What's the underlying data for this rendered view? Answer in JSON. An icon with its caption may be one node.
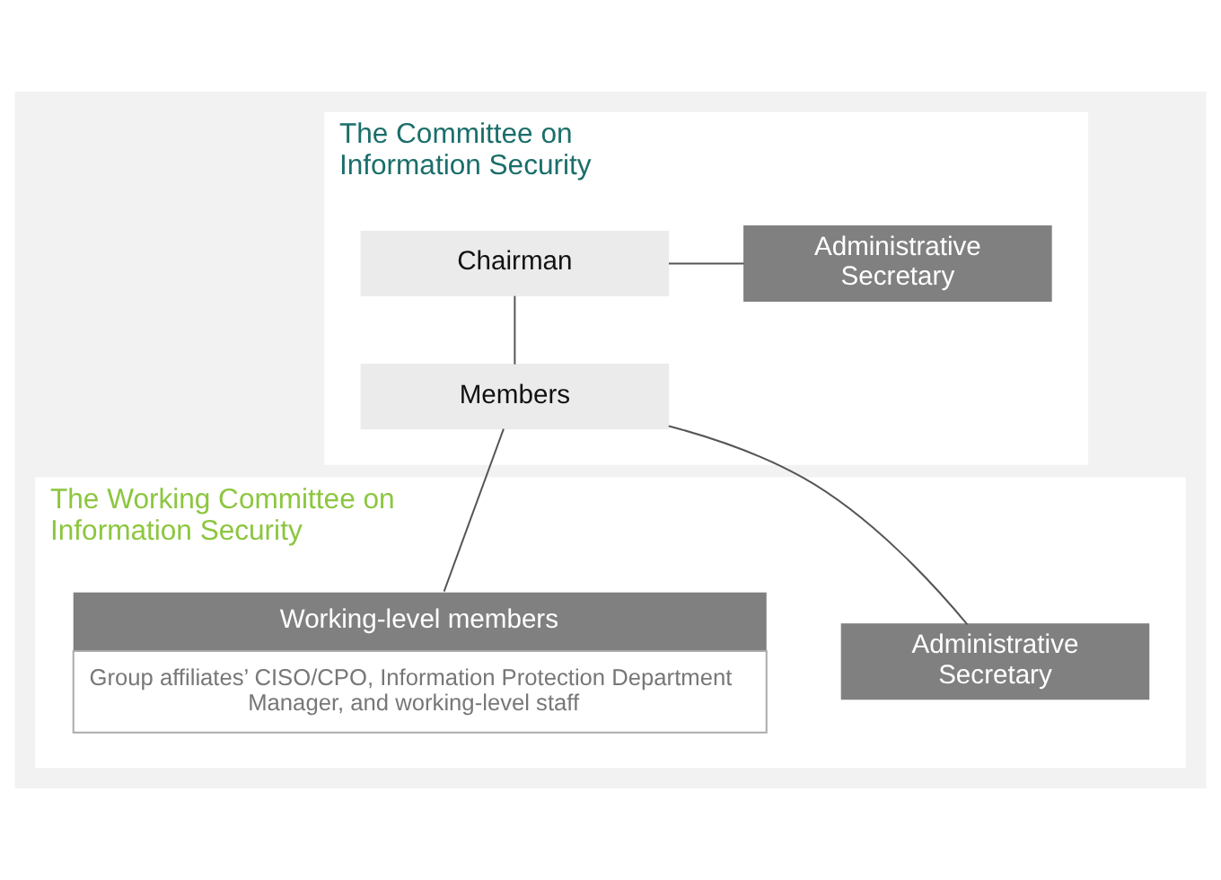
{
  "diagram": {
    "nodes": [
      {
        "text": [
          "The Committee on Information Security"
        ]
      },
      {
        "text": [
          "Chairman"
        ],
        "in": 0
      },
      {
        "text": [
          "Administrative Secretary"
        ],
        "in": 0
      },
      {
        "text": [
          "Members"
        ],
        "in": 0
      },
      {
        "text": [
          "The Working Committee on Information Security"
        ]
      },
      {
        "text": [
          "Administrative Secretary"
        ],
        "in": 4
      },
      {
        "text": [
          "Working-level members",
          "Group affiliates’ CISO/CPO, Information Protection Department Manager, and working-level staff"
        ],
        "in": 4
      }
    ],
    "edges": [
      {
        "from": 1,
        "to": 3,
        "arrow": "none"
      },
      {
        "from": 1,
        "to": 2,
        "arrow": "none"
      },
      {
        "from": 3,
        "to": 6,
        "arrow": "none"
      },
      {
        "from": 3,
        "to": 5,
        "arrow": "none"
      }
    ]
  }
}
